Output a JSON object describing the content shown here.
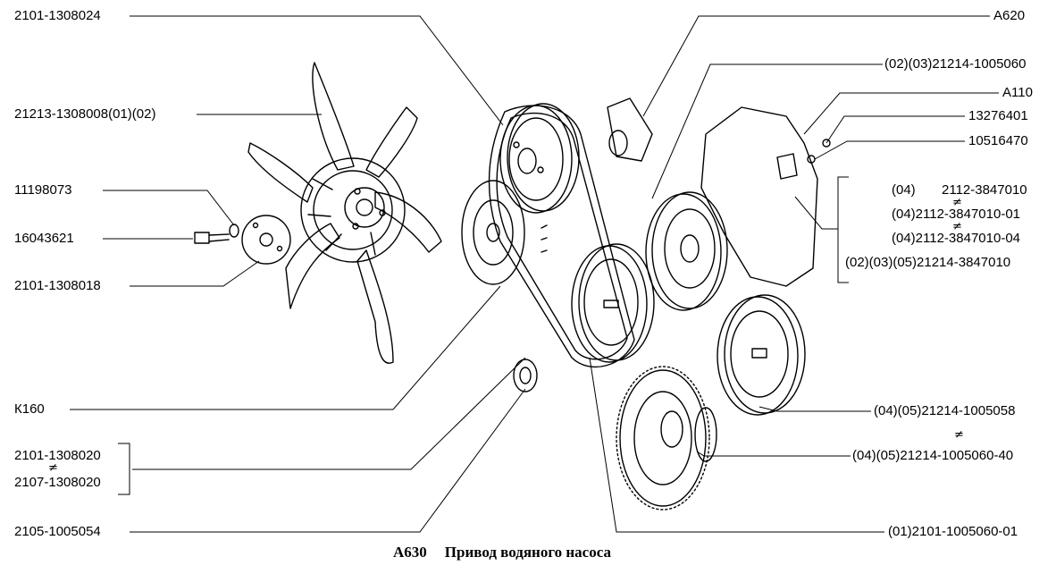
{
  "caption": {
    "code": "А630",
    "title": "Привод водяного насоса"
  },
  "labels_left": {
    "fan_hub_nut": "2101-1308024",
    "fan": "21213-1308008(01)(02)",
    "washer": "11198073",
    "bolt": "16043621",
    "plate": "2101-1308018",
    "belt": "К160",
    "pulley_a": "2101-1308020",
    "pulley_b": "2107-1308020",
    "nut": "2105-1005054"
  },
  "labels_right": {
    "bracket": "А620",
    "pump_pulley": "(02)(03)21214-1005060",
    "pump": "А110",
    "bolt_small": "13276401",
    "washer_small": "10516470",
    "sensor_1_prefix": "(04)",
    "sensor_1": "2112-3847010",
    "sensor_2": "(04)2112-3847010-01",
    "sensor_3": "(04)2112-3847010-04",
    "sensor_4": "(02)(03)(05)21214-3847010",
    "crank_pulley_a": "(04)(05)21214-1005058",
    "crank_pulley_b": "(04)(05)21214-1005060-40",
    "crank_pulley_c": "(01)2101-1005060-01"
  },
  "symbols": {
    "not_equal": "≠"
  },
  "colors": {
    "ink": "#000000",
    "paper": "#ffffff"
  }
}
